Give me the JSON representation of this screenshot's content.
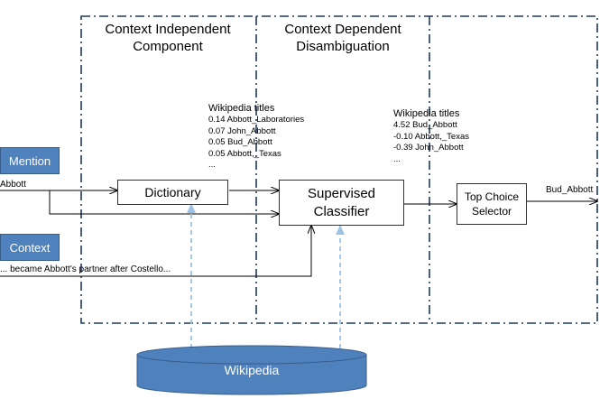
{
  "sections": {
    "independent_title": "Context Independent\nComponent",
    "dependent_title": "Context Dependent\nDisambiguation"
  },
  "inputs": {
    "mention_label": "Mention",
    "mention_text": "Abbott",
    "context_label": "Context",
    "context_text": "... became Abbott's partner after Costello..."
  },
  "dictionary": {
    "label": "Dictionary",
    "header": "Wikipedia titles",
    "items": [
      "0.14 Abbott_Laboratories",
      "0.07 John_Abbott",
      "0.05 Bud_Abbott",
      "0.05 Abbott,_Texas",
      "..."
    ]
  },
  "classifier": {
    "label": "Supervised\nClassifier",
    "header": "Wikipedia titles",
    "items": [
      "4.52 Bud_Abbott",
      "-0.10 Abbott,_Texas",
      "-0.39 John_Abbott",
      "..."
    ]
  },
  "selector": {
    "label": "Top Choice\nSelector"
  },
  "output": {
    "text": "Bud_Abbott"
  },
  "knowledge_base": {
    "label": "Wikipedia"
  },
  "colors": {
    "box_blue": "#4f81bd",
    "frame_blue": "#1f3864",
    "light_arrow": "#9dc3e6"
  }
}
